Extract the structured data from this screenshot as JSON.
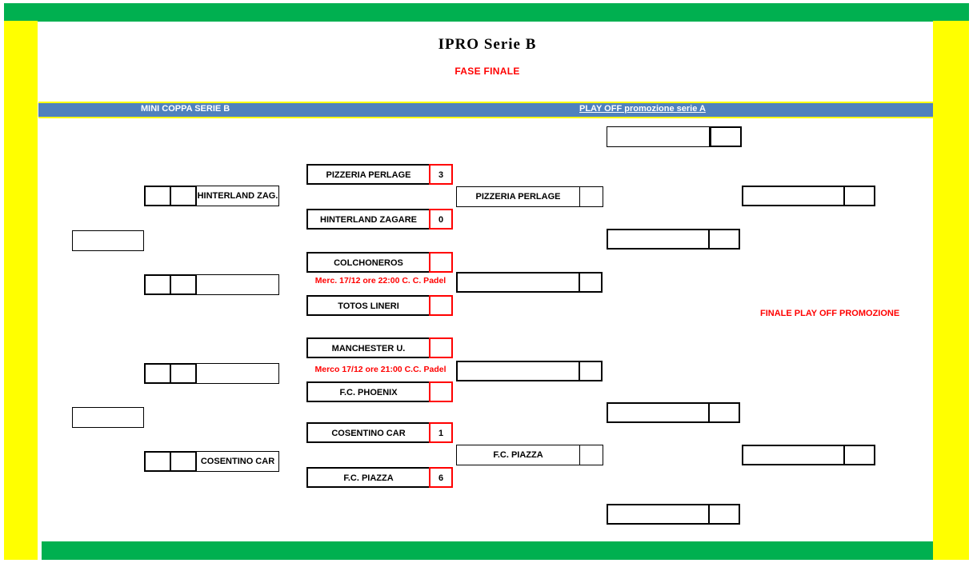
{
  "page": {
    "title_main": "IPRO  Serie  B",
    "title_sub": "FASE FINALE",
    "colors": {
      "green": "#00b050",
      "yellow": "#ffff00",
      "banner_blue": "#4f81bd",
      "red": "#ff0000",
      "black": "#000000"
    }
  },
  "banner": {
    "left_label": "MINI COPPA SERIE B",
    "right_label": "PLAY OFF promozione serie A"
  },
  "labels": {
    "finale_playoff": "FINALE PLAY OFF PROMOZIONE"
  },
  "mini_coppa": {
    "boxes": [
      {
        "id": "mc-r1",
        "score_a": "",
        "score_b": "",
        "team": "HINTERLAND ZAG."
      },
      {
        "id": "mc-r2",
        "score_a": "",
        "score_b": "",
        "team": ""
      },
      {
        "id": "mc-r3",
        "score_a": "",
        "score_b": "",
        "team": ""
      },
      {
        "id": "mc-r4",
        "score_a": "",
        "score_b": "",
        "team": "COSENTINO CAR"
      }
    ],
    "empty_boxes": [
      {
        "id": "mc-e1",
        "value": ""
      },
      {
        "id": "mc-e2",
        "value": ""
      }
    ]
  },
  "playoff": {
    "matches": [
      {
        "id": "m1",
        "home": {
          "team": "PIZZERIA PERLAGE",
          "score": "3"
        },
        "away": {
          "team": "HINTERLAND ZAGARE",
          "score": "0"
        },
        "schedule": "",
        "winner": {
          "team": "PIZZERIA PERLAGE",
          "score": ""
        }
      },
      {
        "id": "m2",
        "home": {
          "team": "COLCHONEROS",
          "score": ""
        },
        "away": {
          "team": "TOTOS LINERI",
          "score": ""
        },
        "schedule": "Merc. 17/12 ore 22:00 C. C. Padel",
        "winner": {
          "team": "",
          "score": ""
        }
      },
      {
        "id": "m3",
        "home": {
          "team": "MANCHESTER U.",
          "score": ""
        },
        "away": {
          "team": "F.C. PHOENIX",
          "score": ""
        },
        "schedule": "Merco 17/12 ore 21:00 C.C. Padel",
        "winner": {
          "team": "",
          "score": ""
        }
      },
      {
        "id": "m4",
        "home": {
          "team": "COSENTINO CAR",
          "score": "1"
        },
        "away": {
          "team": "F.C. PIAZZA",
          "score": "6"
        },
        "schedule": "",
        "winner": {
          "team": "F.C. PIAZZA",
          "score": ""
        }
      }
    ],
    "right_boxes": [
      {
        "id": "r-top",
        "team": "",
        "score": ""
      },
      {
        "id": "r-semi1",
        "team": "",
        "score": ""
      },
      {
        "id": "r-mid1",
        "team": "",
        "score": ""
      },
      {
        "id": "r-mid2",
        "team": "",
        "score": ""
      },
      {
        "id": "r-semi2",
        "team": "",
        "score": ""
      },
      {
        "id": "r-bottom",
        "team": "",
        "score": ""
      }
    ]
  }
}
